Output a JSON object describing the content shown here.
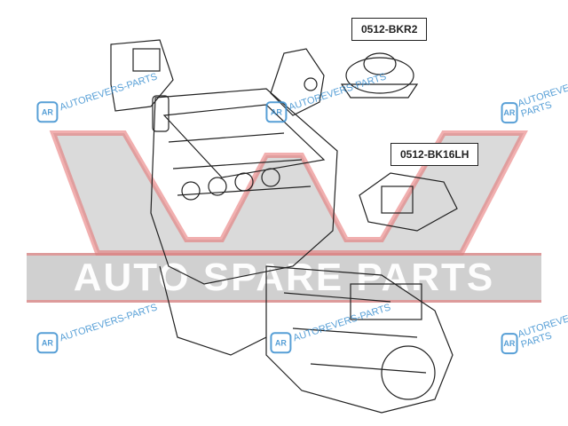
{
  "labels": {
    "part_1": "0512-BKR2",
    "part_2": "0512-BK16LH"
  },
  "watermark": {
    "small_text": "AUTOREVERS-PARTS",
    "badge": "AR",
    "logo_text": "AUTO SPARE PARTS"
  },
  "colors": {
    "line": "#222222",
    "watermark_blue": "#3a8fd0",
    "logo_red": "#e07070",
    "logo_gray": "#969696"
  }
}
